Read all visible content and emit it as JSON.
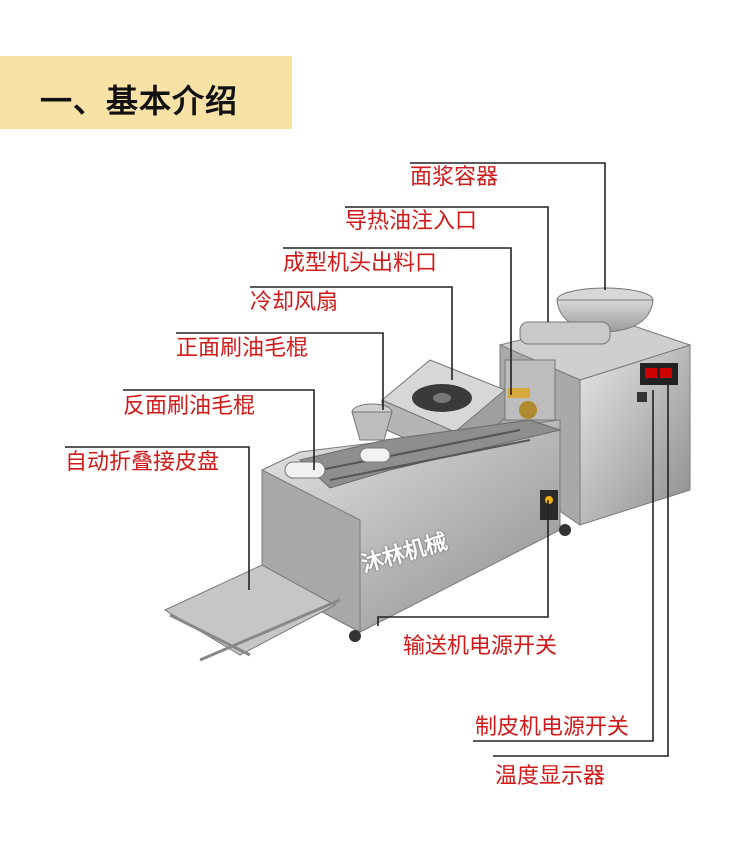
{
  "header": {
    "title": "一、基本介绍",
    "background": "#f8e2a6"
  },
  "labels": {
    "batter_container": "面浆容器",
    "heat_oil_inlet": "导热油注入口",
    "forming_head_outlet": "成型机头出料口",
    "cooling_fan": "冷却风扇",
    "front_oil_brush_roller": "正面刷油毛棍",
    "back_oil_brush_roller": "反面刷油毛棍",
    "auto_fold_tray": "自动折叠接皮盘",
    "conveyor_power_switch": "输送机电源开关",
    "sheet_machine_power_switch": "制皮机电源开关",
    "temperature_display": "温度显示器"
  },
  "brand": "沐林机械",
  "colors": {
    "label_text": "#d01a1a",
    "leader_line": "#222222"
  }
}
